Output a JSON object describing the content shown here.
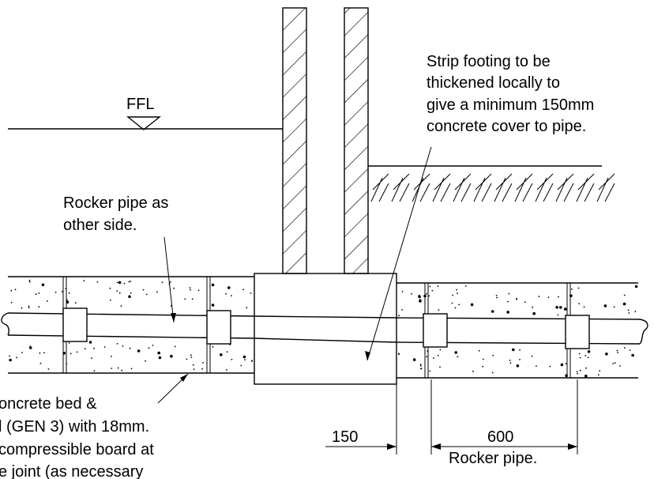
{
  "labels": {
    "ffl": "FFL",
    "strip_footing": [
      "Strip footing to be",
      "thickened locally to",
      "give a minimum 150mm",
      "concrete cover to pipe."
    ],
    "rocker_other_side": [
      "Rocker pipe as",
      "other side."
    ],
    "concrete_bed": [
      "oncrete bed &",
      "l (GEN 3) with 18mm.",
      "compressible board at",
      "e joint (as necessary"
    ],
    "dim_150": "150",
    "dim_600": "600",
    "rocker_pipe": "Rocker pipe."
  }
}
